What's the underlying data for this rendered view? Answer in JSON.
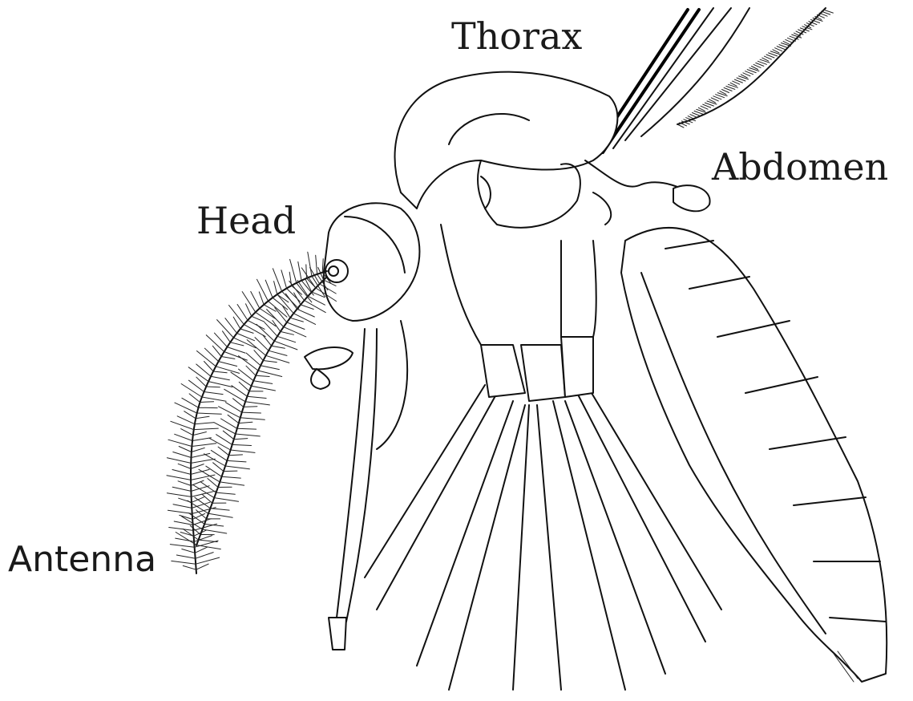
{
  "labels": {
    "thorax": "Thorax",
    "abdomen": "Abdomen",
    "head": "Head",
    "antenna": "Antenna"
  },
  "colors": {
    "ink": "#111111",
    "background": "#ffffff"
  }
}
